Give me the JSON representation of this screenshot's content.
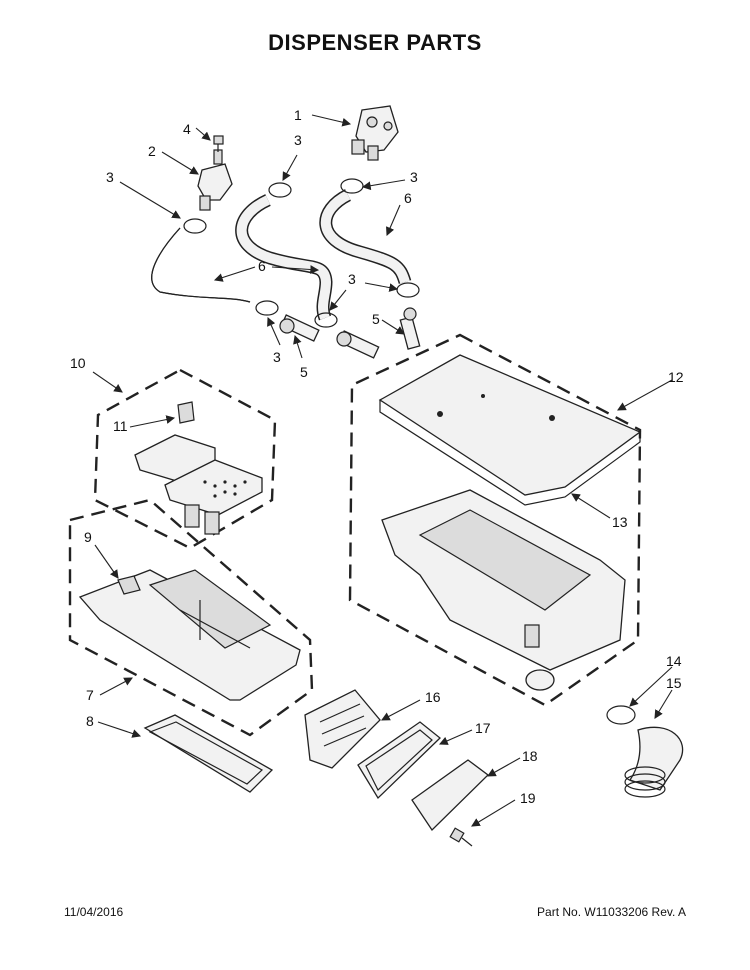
{
  "title": "DISPENSER PARTS",
  "footer": {
    "date": "11/04/2016",
    "part_no": "Part No.  W11033206  Rev.  A"
  },
  "callouts": {
    "c1": "1",
    "c2": "2",
    "c3a": "3",
    "c3b": "3",
    "c3c": "3",
    "c3d": "3",
    "c3e": "3",
    "c4": "4",
    "c5a": "5",
    "c5b": "5",
    "c6a": "6",
    "c6b": "6",
    "c7": "7",
    "c8": "8",
    "c9": "9",
    "c10": "10",
    "c11": "11",
    "c12": "12",
    "c13": "13",
    "c14": "14",
    "c15": "15",
    "c16": "16",
    "c17": "17",
    "c18": "18",
    "c19": "19"
  }
}
